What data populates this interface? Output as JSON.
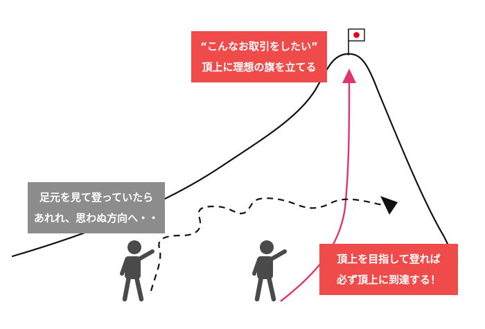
{
  "labels": {
    "summit": {
      "line1": "“こんなお取引をしたい”",
      "line2": "頂上に理想の旗を立てる"
    },
    "wander": {
      "line1": "足元を見て登っていたら",
      "line2": "あれれ、思わぬ方向へ・・"
    },
    "direct": {
      "line1": "頂上を目指して登れば",
      "line2": "必ず頂上に到達する！"
    }
  },
  "colors": {
    "accent_red": "#ef4b4b",
    "gray_box": "#8c8c8c",
    "arrow_pink": "#e0356a",
    "figure_gray": "#4a4a4a",
    "mountain_line": "#111111",
    "flag_sun": "#e60012"
  },
  "icons": {
    "flag": "japan-flag-icon",
    "person_left": "person-pointing-icon",
    "person_right": "person-pointing-icon"
  }
}
